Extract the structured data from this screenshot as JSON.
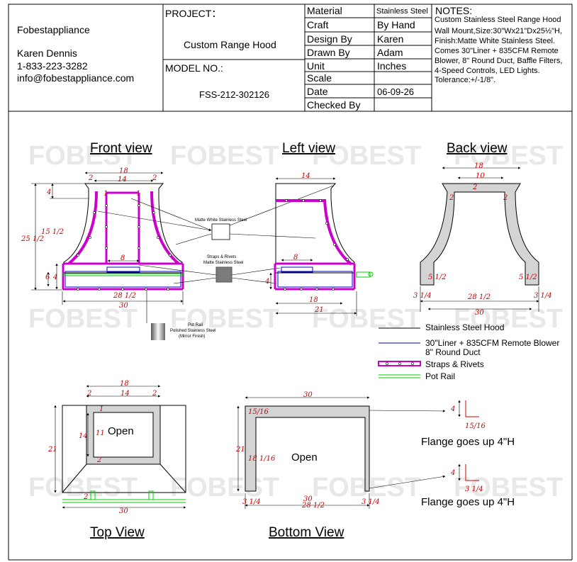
{
  "company": {
    "name": "Fobestappliance",
    "contact_name": "Karen Dennis",
    "phone": "1-833-223-3282",
    "email": "info@fobestappliance.com"
  },
  "project": {
    "label": "PROJECT：",
    "value": "Custom Range Hood",
    "model_label": "MODEL NO.:",
    "model_value": "FSS-212-302126"
  },
  "specs": [
    {
      "label": "Material",
      "value": "Stainless Steel"
    },
    {
      "label": "Craft",
      "value": "By Hand"
    },
    {
      "label": "Design By",
      "value": "Karen"
    },
    {
      "label": "Drawn By",
      "value": "Adam"
    },
    {
      "label": "Unit",
      "value": "Inches"
    },
    {
      "label": "Scale",
      "value": ""
    },
    {
      "label": "Date",
      "value": "06-09-26"
    },
    {
      "label": "Checked By",
      "value": ""
    }
  ],
  "notes": {
    "title": "NOTES:",
    "lines": [
      "Custom Stainless Steel Range Hood",
      "Wall Mount,Size:30\"Wx21\"Dx25½\"H,",
      "Finish:Matte White Stainless Steel.",
      "Comes 30\"Liner + 835CFM Remote",
      "Blower, 8\" Round Duct, Baffle Filters,",
      "4-Speed Controls, LED Lights.",
      "Tolerance:+/-1/8\"."
    ]
  },
  "views": {
    "front": "Front view",
    "left": "Left view",
    "back": "Back view",
    "top": "Top View",
    "bottom": "Bottom View"
  },
  "callouts": {
    "matte": "Matte White Stainless Steel",
    "straps_1": "Straps & Rivets",
    "straps_2": "Matte Stainless Steel",
    "pot_1": "Pot Rail",
    "pot_2": "Polished Stainless Steel",
    "pot_3": "(Mirror Finish)"
  },
  "legend": {
    "hood": "Stainless Steel Hood",
    "liner_1": "30\"Liner + 835CFM Remote Blower",
    "liner_2": "8\" Round Duct",
    "straps": "Straps & Rivets",
    "pot": "Pot Rail",
    "colors": {
      "hood": "#000000",
      "liner": "#0000cc",
      "straps": "#cc00cc",
      "pot": "#00cc00",
      "dimension": "#d00000"
    }
  },
  "open_label": "Open",
  "flange_label": "Flange goes up 4\"H",
  "dims": {
    "d18": "18",
    "d14": "14",
    "d2": "2",
    "d4": "4",
    "d1": "1",
    "d25_5": "25 1/2",
    "d15_5": "15 1/2",
    "d8": "8",
    "d6": "6",
    "d28_5": "28 1/2",
    "d30": "30",
    "d21": "21",
    "d10": "10",
    "d5_5": "5 1/2",
    "d3_25": "3 1/4",
    "d11": "11",
    "d15_16": "15/16",
    "d18_16": "18 1/16",
    "d15_16b": "15/16"
  },
  "watermark": "FOBEST"
}
